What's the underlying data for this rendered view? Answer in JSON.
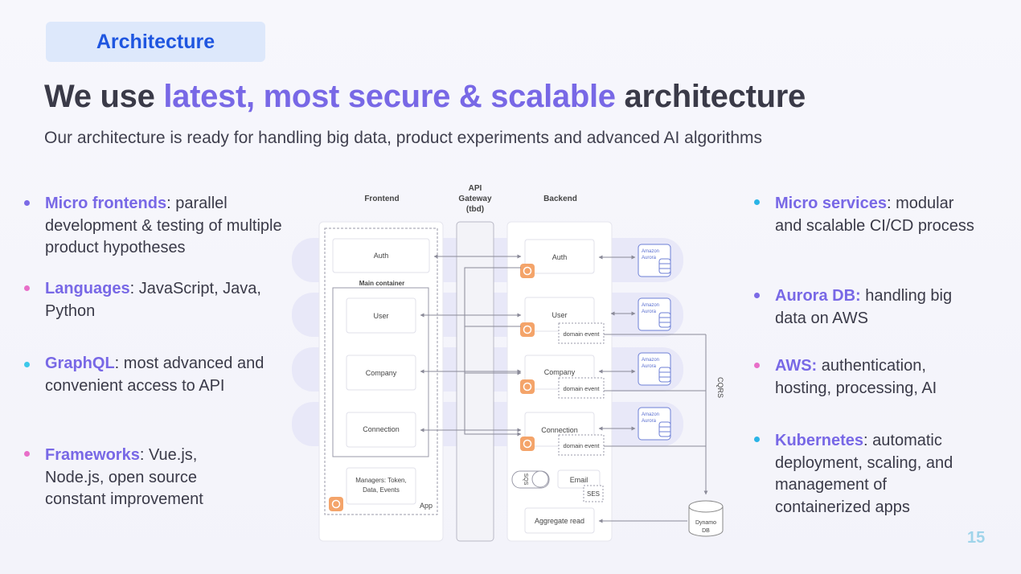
{
  "header": {
    "tag": "Architecture",
    "title_pre": "We use ",
    "title_hl": "latest, most secure & scalable",
    "title_post": " architecture",
    "subtitle": "Our architecture is ready for handling big data, product experiments and advanced AI algorithms"
  },
  "left_bullets": [
    {
      "term": "Micro frontends",
      "sep": ":",
      "text": " parallel development & testing of multiple product hypotheses",
      "dot": "#7b6ae6"
    },
    {
      "term": "Languages",
      "sep": ":",
      "text": " JavaScript, Java, Python",
      "dot": "#e86ec8"
    },
    {
      "term": "GraphQL",
      "sep": ":",
      "text": " most advanced and convenient access to API",
      "dot": "#3cc8ea"
    },
    {
      "term": "Frameworks",
      "sep": ":",
      "text": " Vue.js, Node.js, open source constant improvement",
      "dot": "#e86ec8"
    }
  ],
  "right_bullets": [
    {
      "term": "Micro services",
      "sep": ":",
      "text": " modular and scalable CI/CD process",
      "dot": "#2ab4e6"
    },
    {
      "term": "Aurora DB:",
      "sep": "",
      "text": " handling big data on AWS",
      "dot": "#7b6ae6"
    },
    {
      "term": "AWS:",
      "sep": "",
      "text": " authentication, hosting, processing, AI",
      "dot": "#e86ec8"
    },
    {
      "term": "Kubernetes",
      "sep": ":",
      "text": " automatic deployment, scaling, and management of containerized apps",
      "dot": "#2ab4e6"
    }
  ],
  "diagram": {
    "col_frontend": "Frontend",
    "col_gateway_1": "API",
    "col_gateway_2": "Gateway",
    "col_gateway_3": "(tbd)",
    "col_backend": "Backend",
    "fe_auth": "Auth",
    "main_container": "Main container",
    "fe_user": "User",
    "fe_company": "Company",
    "fe_connection": "Connection",
    "managers_1": "Managers: Token,",
    "managers_2": "Data, Events",
    "app": "App",
    "be_auth": "Auth",
    "be_user": "User",
    "be_company": "Company",
    "be_connection": "Connection",
    "domain_event": "domain event",
    "sqs": "SQS",
    "email": "Email",
    "ses": "SES",
    "aggregate": "Aggregate read",
    "amazon": "Amazon",
    "aurora": "Aurora",
    "dynamo_1": "Dynamo",
    "dynamo_2": "DB",
    "cqrs": "CQRS"
  },
  "page_number": "15",
  "colors": {
    "accent": "#7868e6",
    "tag_text": "#1f56e0",
    "tag_bg": "#dde8fb"
  }
}
